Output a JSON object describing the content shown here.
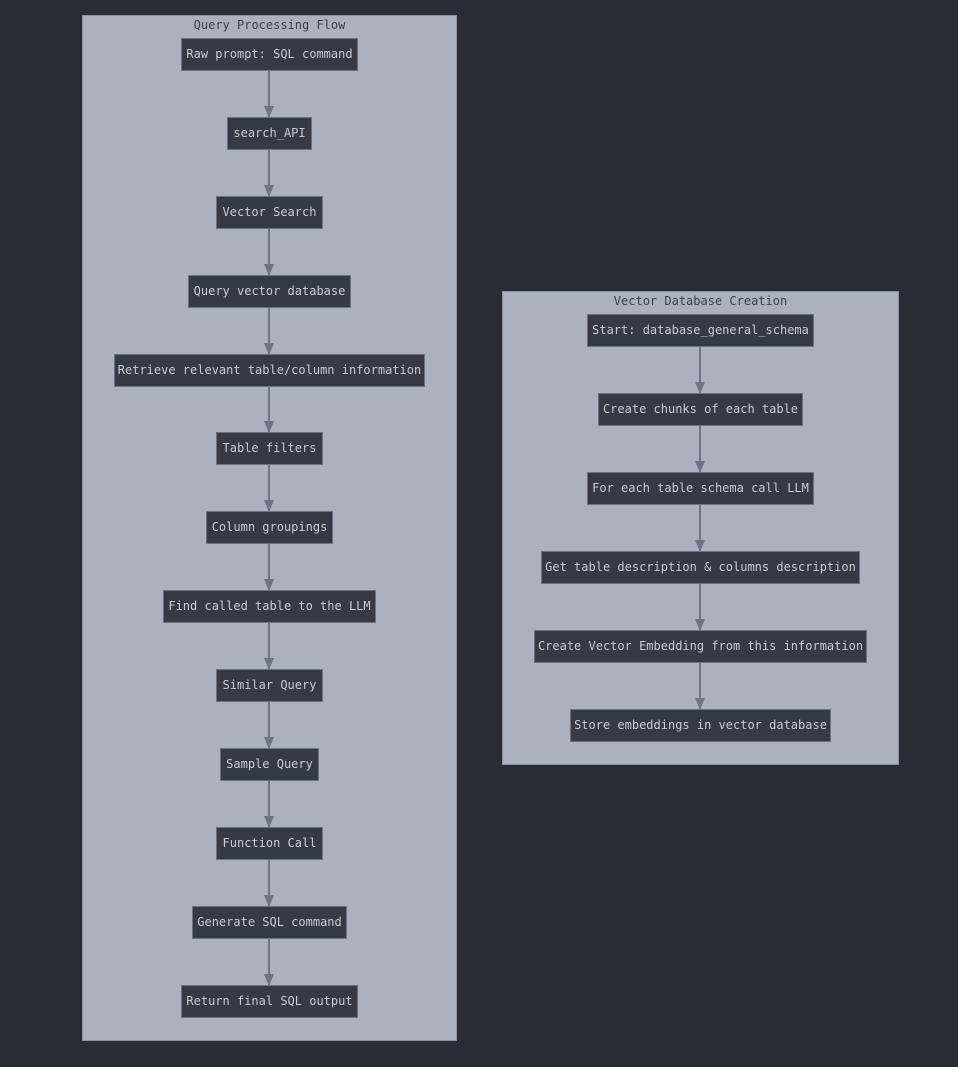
{
  "query_flow": {
    "title": "Query Processing Flow",
    "nodes": [
      "Raw prompt: SQL command",
      "search_API",
      "Vector Search",
      "Query vector database",
      "Retrieve relevant table/column information",
      "Table filters",
      "Column groupings",
      "Find called table to the LLM",
      "Similar Query",
      "Sample Query",
      "Function Call",
      "Generate SQL command",
      "Return final SQL output"
    ]
  },
  "vector_db": {
    "title": "Vector Database Creation",
    "nodes": [
      "Start: database_general_schema",
      "Create chunks of each table",
      "For each table schema call LLM",
      "Get table description & columns description",
      "Create Vector Embedding from this information",
      "Store embeddings in vector database"
    ]
  },
  "colors": {
    "background": "#282c34",
    "cluster": "#abb2bf",
    "node": "#353a45",
    "edge": "#6c7485"
  }
}
